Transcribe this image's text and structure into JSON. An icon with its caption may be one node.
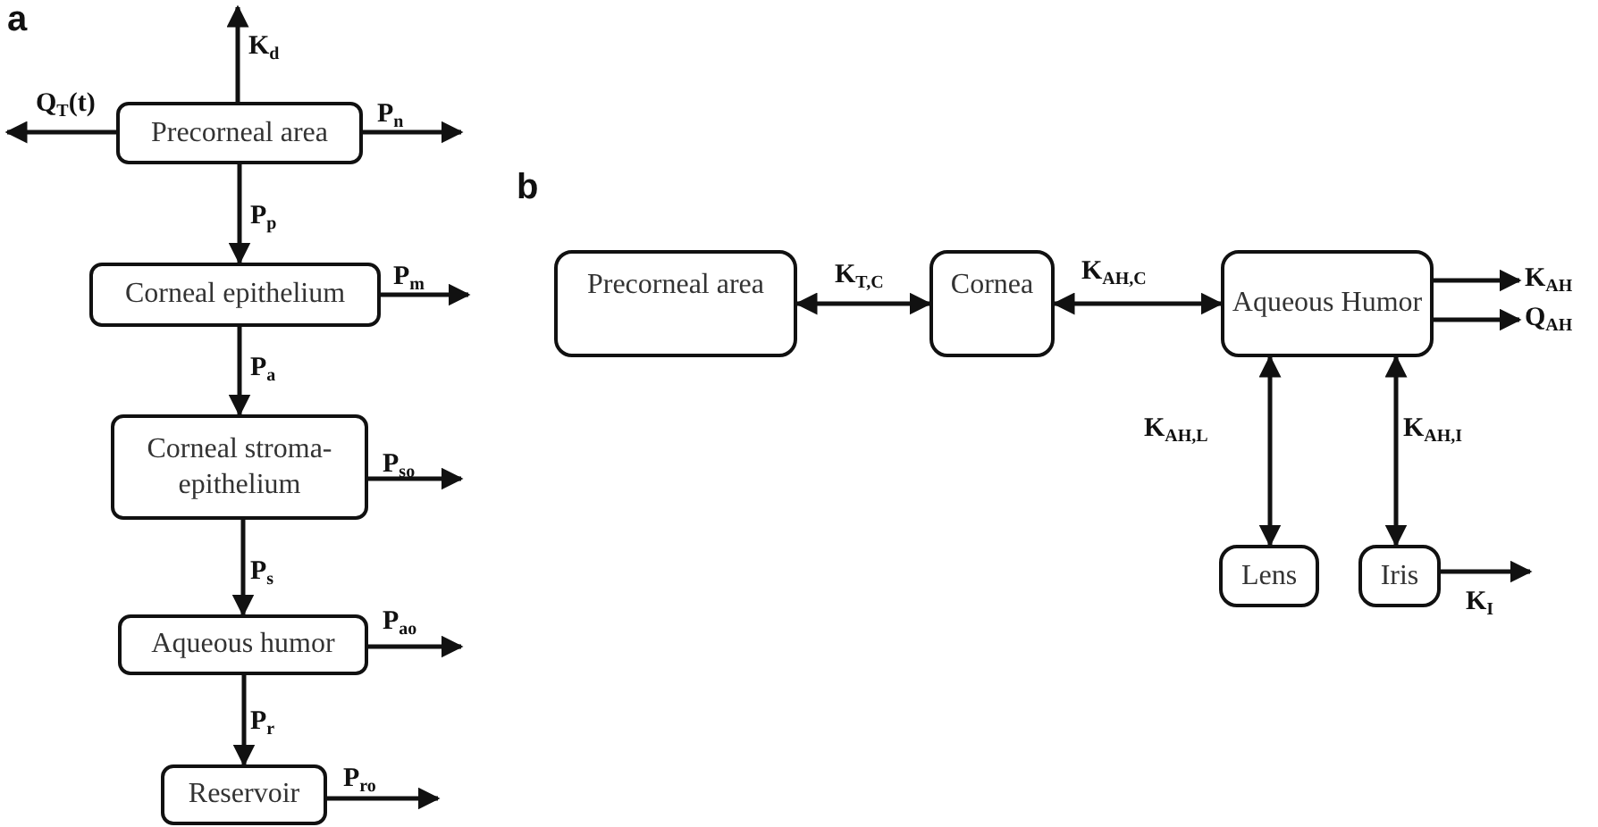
{
  "diagram": {
    "nodes": [
      {
        "text": [
          "Precorneal area"
        ]
      },
      {
        "text": [
          "Corneal epithelium"
        ]
      },
      {
        "text": [
          "Corneal stroma-epithelium"
        ]
      },
      {
        "text": [
          "Aqueous humor"
        ]
      },
      {
        "text": [
          "Reservoir"
        ]
      },
      {
        "text": [
          "Precorneal area"
        ]
      },
      {
        "text": [
          "Cornea"
        ]
      },
      {
        "text": [
          "Aqueous Humor"
        ]
      },
      {
        "text": [
          "Lens"
        ]
      },
      {
        "text": [
          "Iris"
        ]
      }
    ],
    "edges": [
      {
        "from": 0,
        "to": null,
        "arrow": "to",
        "label": "K$_{d}$"
      },
      {
        "from": 0,
        "to": null,
        "arrow": "to",
        "label": "Q$_{T}$(t)"
      },
      {
        "from": 0,
        "to": null,
        "arrow": "to",
        "label": "P$_{n}$"
      },
      {
        "from": 0,
        "to": 1,
        "arrow": "to",
        "label": "P$_{p}$"
      },
      {
        "from": 1,
        "to": null,
        "arrow": "to",
        "label": "P$_{m}$"
      },
      {
        "from": 1,
        "to": 2,
        "arrow": "to",
        "label": "P$_{a}$"
      },
      {
        "from": 2,
        "to": null,
        "arrow": "to",
        "label": "P$_{so}$"
      },
      {
        "from": 2,
        "to": 3,
        "arrow": "to",
        "label": "P$_{s}$"
      },
      {
        "from": 3,
        "to": null,
        "arrow": "to",
        "label": "P$_{ao}$"
      },
      {
        "from": 3,
        "to": 4,
        "arrow": "to",
        "label": "P$_{r}$"
      },
      {
        "from": 4,
        "to": null,
        "arrow": "to",
        "label": "P$_{ro}$"
      },
      {
        "from": 5,
        "to": 6,
        "arrow": "both",
        "label": "K$_{T,C}$"
      },
      {
        "from": 6,
        "to": 7,
        "arrow": "both",
        "label": "K$_{AH,C}$"
      },
      {
        "from": 7,
        "to": null,
        "arrow": "to",
        "label": "K$_{AH}$"
      },
      {
        "from": 7,
        "to": null,
        "arrow": "to",
        "label": "Q$_{AH}$"
      },
      {
        "from": 7,
        "to": 8,
        "arrow": "both",
        "label": "K$_{AH,L}$"
      },
      {
        "from": 7,
        "to": 9,
        "arrow": "both",
        "label": "K$_{AH,I}$"
      },
      {
        "from": 9,
        "to": null,
        "arrow": "to",
        "label": "K$_{I}$"
      }
    ],
    "labels": [
      "a",
      "b"
    ]
  }
}
